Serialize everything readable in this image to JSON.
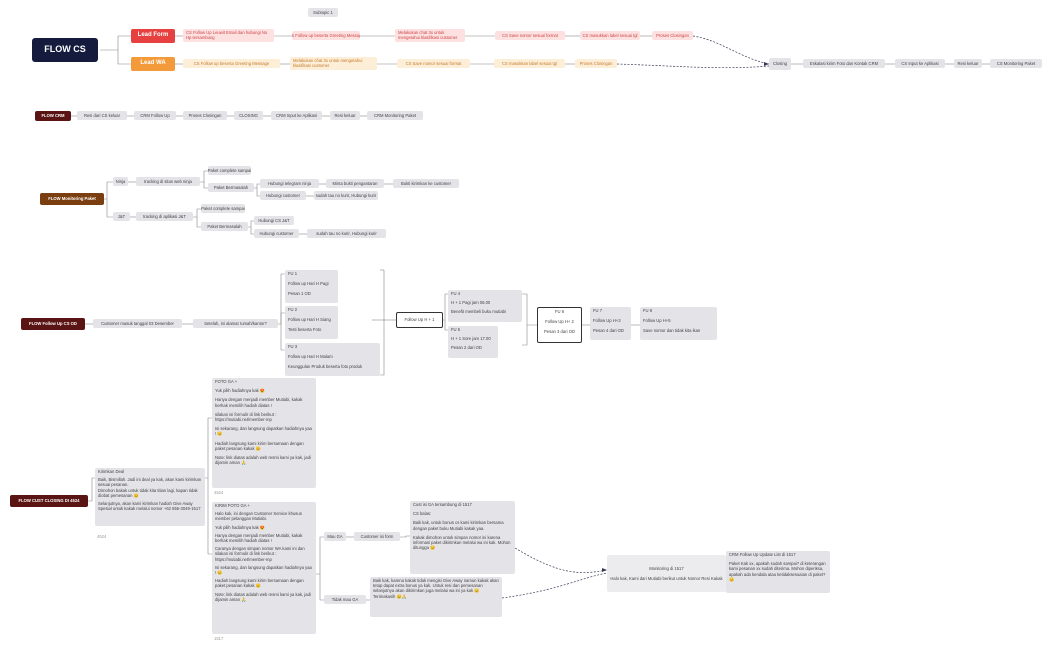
{
  "subtopic": "Subtopic 1",
  "flow_cs": {
    "root": "FLOW CS",
    "lead_form": "Lead Form",
    "lead_wa": "Lead WA",
    "form_steps": [
      "CS Follow Up Leuwit Email dan hubungi No Hp tersambung",
      "CS Follow up beserta Greeting Message",
      "Melakukan chat 3x untuk mengetahui klasifikasi customer",
      "CS Save nomor sesuai format",
      "CS masukkan label sesuai tgl",
      "Proses Closingan"
    ],
    "wa_steps": [
      "CS Follow up beserta Greeting Message",
      "Melakukan chat 3x untuk mengetahui klasifikasi customer",
      "CS Save nomor sesuai format",
      "CS masukkan label sesuai tgl",
      "Proses Closingan"
    ],
    "closing_chain": [
      "Closing",
      "Eskalasi kirim Foto dan Kontak CRM",
      "CS Input ke Aplikasi",
      "Resi keluar",
      "CS Monitoring Paket"
    ]
  },
  "flow_crm": {
    "root": "FLOW CRM",
    "steps": [
      "Resi dari CS keluar",
      "CRM Follow Up",
      "Proses Closingan",
      "CLOSING",
      "CRM Input ke Aplikasi",
      "Resi keluar",
      "CRM Monitoring Paket"
    ]
  },
  "flow_monitoring": {
    "root": "FLOW Monitoring Paket",
    "ninja": "Ninja",
    "ninja_track": "tracking di situs web ninja",
    "ninja_complete": "Paket complete sampai",
    "ninja_problem": "Paket Bermasalah",
    "ninja_telegram": "Hubungi telegram ninja",
    "ninja_bukti": "Minta bukti pengantaran",
    "ninja_kirim": "Bukti kirimkan ke customer",
    "ninja_customer": "Hubungi customer",
    "ninja_kurir": "sudah tau no kurir, Hubungi kurir",
    "jnt": "J&T",
    "jnt_track": "tracking di aplikasi J&T",
    "jnt_complete": "Paket complete sampai",
    "jnt_problem": "Paket Bermasalah",
    "jnt_cs": "Hubungi CS J&T",
    "jnt_customer": "Hubungi customer",
    "jnt_kurir": "sudah tau no kurir, Hubungi kurir"
  },
  "flow_fu": {
    "root": "FLOW Follow Up CS OD",
    "customer": "Customer masuk tanggal 03 Desember",
    "ask": "Setelah, ini alamat rumah/kantor?",
    "fu1": [
      "FU 1",
      "Follow up Hari H Pagi",
      "Pesan 1 OD"
    ],
    "fu2": [
      "FU 2",
      "Follow up Hari H Siang",
      "Testi beserta Foto"
    ],
    "fu3": [
      "FU 3",
      "Follow up Hari H Malam",
      "Keunggulan Produk beserta foto produk"
    ],
    "fuh1": "Follow Up H + 1",
    "fu4": [
      "FU 4",
      "H + 1 Pagi jam 06.00",
      "Benefit membeli buku mutiabi"
    ],
    "fu5": [
      "FU 5",
      "H + 1 Sore jam 17.00",
      "Pesan 2 dari OD"
    ],
    "fu6": [
      "FU 6",
      "Follow Up H+ 2",
      "Pesan 3 dari OD"
    ],
    "fu7": [
      "FU 7",
      "Follow Up H+3",
      "Pesan 4 dari OD"
    ],
    "fu8": [
      "FU 8",
      "Follow Up H+5",
      "Save nomor dan tidak kita ikan"
    ]
  },
  "flow_closing": {
    "root": "FLOW CUST CLOSING DI 4524",
    "kirimkan": [
      "Kirimkan Deal",
      "Baik, Bismillah. Jadi ini deal ya kak, akan kami kirimkan sesuai pesanan.",
      "Dimohon bakak untuk tidak kita titian lagi, kapan tidak diobat pemesanan 😊",
      "Selanjutnya, akan kami kirimkan hadiah Give Away Spesial untuk kakak melalui nomor +62 856-3049-1517"
    ],
    "kirimkan_cap": "4524",
    "foto_ga": [
      "FOTO GA +",
      "Yuk pilih hadiahnya kak 😍",
      "Hanya dengan menjadi member Mutiabi, kakak berhak memilih hadiah diatas !",
      "silakan isi formulir di link berikut : https://mutiabi.net/member-mp",
      "Isi sekarang, dan langsung dapatkan hadiahnya yaa ! 😊",
      "Hadiah langsung kami kirim bersamaan dengan paket pesanan kakak 😊",
      "Note: link diatas adalah web resmi kami ya kak, jadi dijamin aman 🙏"
    ],
    "foto_cap": "4524",
    "kirim_foto_ga": [
      "KIRIM FOTO GA +",
      "Halo kak, ini dengan Customer Service khusus member pelanggan Mutiabi.",
      "Yuk pilih hadiahnya kak 😍",
      "Hanya dengan menjadi member Mutiabi, kakak berhak memilih hadiah diatas !",
      "Caranya dengan simpan nomor WA kami ini dan silakan isi formulir di link berikut : https://mutiabi.net/member-mp",
      "Isi sekarang, dan langsung dapatkan hadiahnya yaa ! 😊",
      "Hadiah langsung kami kirim bersamaan dengan paket pesanan kakak 😊",
      "Note: link diatas adalah web resmi kami ya kak, jadi dijamin aman 🙏"
    ],
    "kirim_cap": "1517",
    "mau_ga": "Mau GA",
    "customer_isi": "Customer isi form",
    "cust_isi_ga": [
      "Cust isi GA tersambung di 1517",
      "CS balas:",
      "Baik kak, untuk bonus cs kami kirimkan bersama dengan paket buku Mutiabi kakak yaa.",
      "Kakak dimohon untuk simpan nomor ini karena informasi paket dikirimkan melalui wa ini kak. Mohon ditunggu 😊"
    ],
    "tidak_mau": "Tidak mau GA",
    "tidak_msg": [
      "Baik kak, karena kakak tidak mengisi Give Away namun kakak akan tetap dapat extra bonus ya kak. Untuk resi dan pemesanan selanjutnya akan dikirimkan juga melalui wa ini ya kak 😊",
      "Terimakasih 😊🙏"
    ],
    "monitoring": [
      "Monitoring di 1517",
      "Halo kak, Kami dari Mutiabi berikut untuk Nomor Resi Kakak"
    ],
    "crm_update": [
      "CRM Follow Up Update List di 1517",
      "Paket Kak xx, apakah sudah sampai? di keterangan kami pesanan xx sudah diterima. Mohon diperiksa, apakah ada kendala atau ketidaksesuaian di paket? 😊"
    ]
  }
}
